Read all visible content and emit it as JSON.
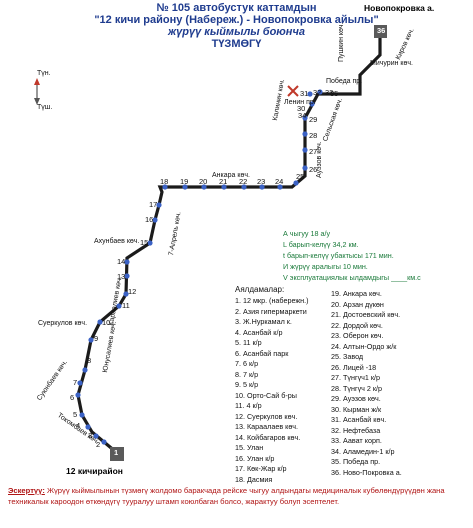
{
  "header": {
    "line1": "№ 105  автобустук каттамдын",
    "line2": "\"12 кичи району (Набереж.) - Новопокровка айылы\"",
    "line3": "жүрүү кыймылы боюнча",
    "line4": "ТҮЗМӨГҮ"
  },
  "compass": {
    "north": "Түн.",
    "south": "Түш."
  },
  "places": {
    "top_right": "Новопокровка а.",
    "bottom_left": "12 кичирайон",
    "terminal_top": "36",
    "terminal_bottom": "1"
  },
  "streets": [
    "Пушкин көч.",
    "Киров көч.",
    "Мичурин көч.",
    "Победа пр.",
    "Калинин көч.",
    "Ленин пр.",
    "Сельская көч.",
    "Ауэзов көч.",
    "Анкара көч.",
    "7-Апрель көч.",
    "Ахунбаев көч.",
    "Караалиев көч.",
    "Юнусалиев көч.",
    "Суеркулов көч.",
    "Суюнбаев көч.",
    "Токомбаев көч."
  ],
  "stop_numbers": [
    "2",
    "3",
    "4",
    "5",
    "6",
    "7",
    "8",
    "9",
    "10",
    "11",
    "12",
    "13",
    "14",
    "15",
    "16",
    "17",
    "18",
    "19",
    "20",
    "21",
    "22",
    "23",
    "24",
    "25",
    "26",
    "27",
    "28",
    "29",
    "30",
    "31",
    "32",
    "33",
    "34",
    "35"
  ],
  "stats": {
    "line1": "А чыгуу   18  а/у",
    "line2": "L барып-келүү  34,2  км.",
    "line3": "t барып-келүү убактысы  171  мин.",
    "line4": "И жүрүү аралыгы  10  мин.",
    "line5": "V эксплуатациялык ылдамдыгы ____км.с"
  },
  "stops_title": "Аялдамалар:",
  "stops_left": [
    "1. 12 мкр. (набережн.)",
    "2. Азия гипермаркети",
    "3. Ж.Нуркамал к.",
    "4. Асанбай к/р",
    "5. 11 к/р",
    "6. Асанбай парк",
    "7. 6 к/р",
    "8. 7 к/р",
    "9. 5 к/р",
    "10. Орто-Сай б-ры",
    "11. 4 к/р",
    "12. Суеркулов көч.",
    "13. Караалаев көч.",
    "14. Койбагаров көч.",
    "15. Улан",
    "16. Улан к/р",
    "17. Көк-Жар к/р",
    "18. Дасмия"
  ],
  "stops_right": [
    "19. Анкара көч.",
    "20. Арзан дүкөн",
    "21. Достоевский көч.",
    "22. Дордой көч.",
    "23. Оберон көч.",
    "24. Алтын-Ордо ж/к",
    "25. Завод",
    "26. Лицей -18",
    "27. Түнгүч1 к/р",
    "28. Түнгүч 2 к/р",
    "29. Ауэзов көч.",
    "30. Кырман ж/к",
    "31. Асанбай көч.",
    "32. Нефтебаза",
    "33. Аават корп.",
    "34. Аламедин-1 к/р",
    "35. Победа пр.",
    "36. Ново-Покровка а."
  ],
  "footer": {
    "note_label": "Эскертүү:",
    "note_text": " Жүрүү кыймылынын түзмөгү жолдомо баракчада рейске чыгуу алдындагы медициналык кубөлөндүрүүдөн жана техникалык кароодон өткөндүгү тууралуу штамп коюлбаган болсо, жарактуу болуп эсептелет."
  },
  "colors": {
    "route": "#1b1b1b",
    "stop": "#3b62c5",
    "title": "#1f3c8f",
    "note": "#b01515",
    "stats": "#1a7a3a"
  }
}
